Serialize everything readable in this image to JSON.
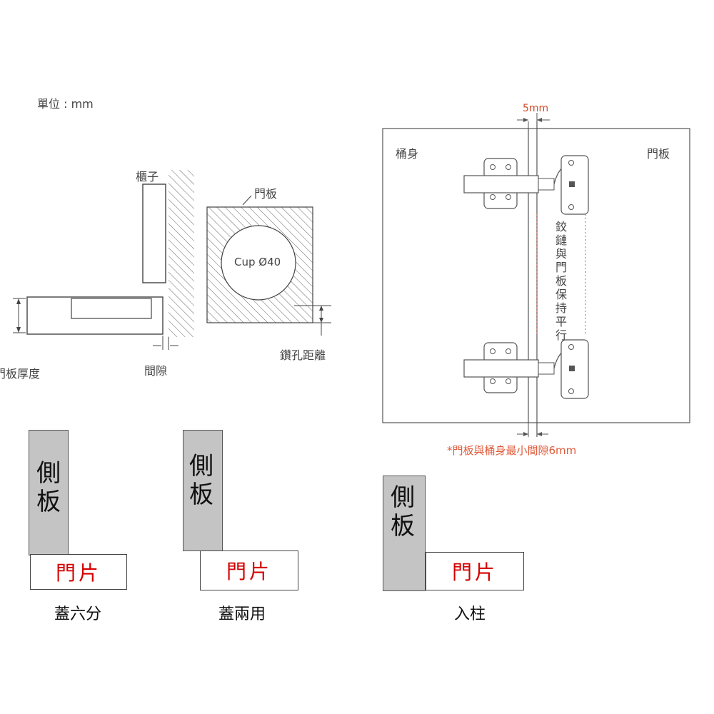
{
  "top_left": {
    "unit_label": "單位 : mm",
    "cabinet_label": "櫃子",
    "door_label": "門板",
    "cup_label": "Cup Ø40",
    "door_thickness_label": "門板厚度",
    "gap_label": "間隙",
    "drill_distance_label": "鑽孔距離"
  },
  "top_right": {
    "dimension_label": "5mm",
    "body_label": "桶身",
    "door_label": "門板",
    "parallel_note": "鉸鏈與門板保持平行",
    "min_gap_note": "*門板與桶身最小間隙6mm"
  },
  "bottom": [
    {
      "side_label": "側板",
      "door_label": "門片",
      "caption": "蓋六分"
    },
    {
      "side_label": "側板",
      "door_label": "門片",
      "caption": "蓋兩用"
    },
    {
      "side_label": "側板",
      "door_label": "門片",
      "caption": "入柱"
    }
  ],
  "colors": {
    "accent_red": "#d40000",
    "note_red": "#e05a3a",
    "panel_gray": "#c4c4c4"
  }
}
